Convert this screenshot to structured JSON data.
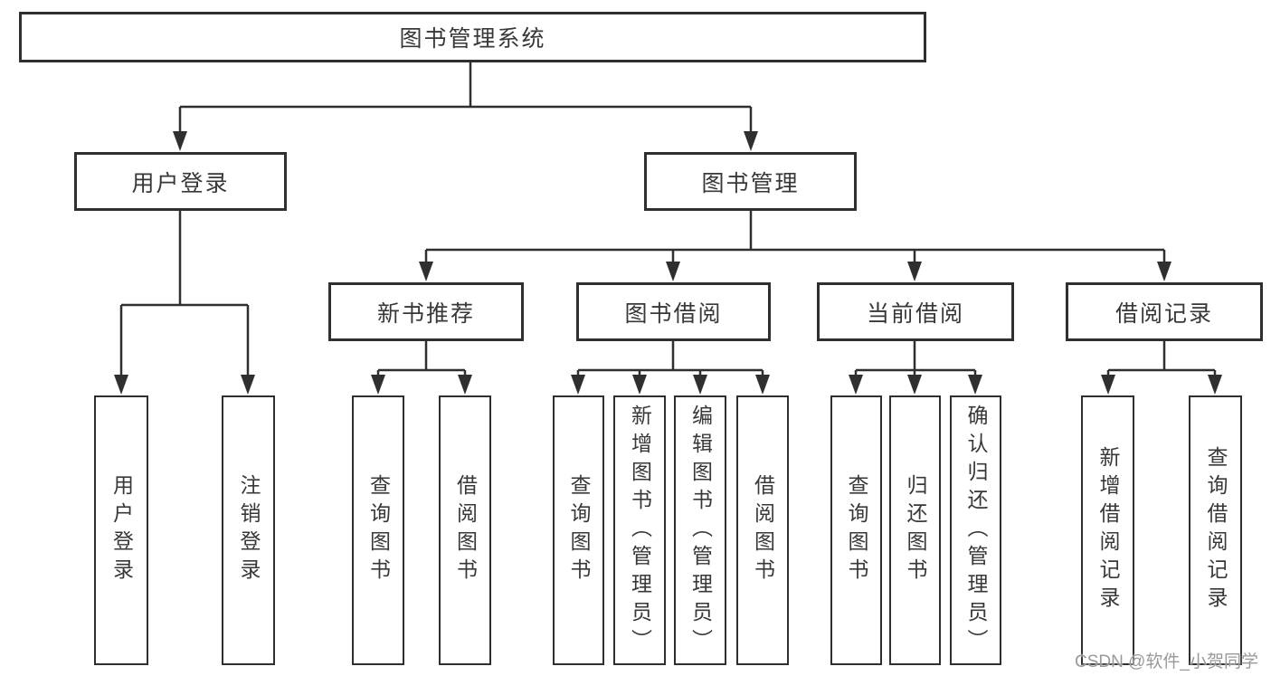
{
  "nodes": {
    "root": "图书管理系统",
    "user_login": "用户登录",
    "book_management": "图书管理",
    "user_login_children": [
      "用户登录",
      "注销登录"
    ],
    "book_management_children": [
      "新书推荐",
      "图书借阅",
      "当前借阅",
      "借阅记录"
    ],
    "new_book_children": [
      "查询图书",
      "借阅图书"
    ],
    "borrow_children": [
      "查询图书",
      "新增图书（管理员）",
      "编辑图书（管理员）",
      "借阅图书"
    ],
    "current_children": [
      "查询图书",
      "归还图书",
      "确认归还（管理员）"
    ],
    "record_children": [
      "新增借阅记录",
      "查询借阅记录"
    ]
  },
  "watermark": "CSDN @软件_小贺同学",
  "colors": {
    "line": "#2f2f2f",
    "text": "#383838",
    "box-bg": "#ffffff",
    "background": "#ffffff",
    "watermark": "#999999"
  }
}
